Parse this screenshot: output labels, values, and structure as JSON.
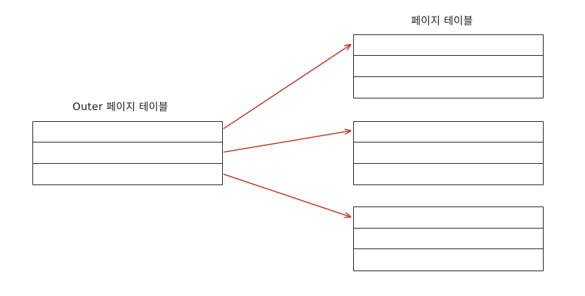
{
  "diagram": {
    "outer_table": {
      "title": "Outer 페이지 테이블",
      "rows": 3
    },
    "page_table_title": "페이지 테이블",
    "page_tables": [
      {
        "rows": 3
      },
      {
        "rows": 3
      },
      {
        "rows": 3
      }
    ],
    "colors": {
      "stroke": "#1e1e1e",
      "arrow": "#c0392b",
      "background": "#ffffff"
    }
  }
}
